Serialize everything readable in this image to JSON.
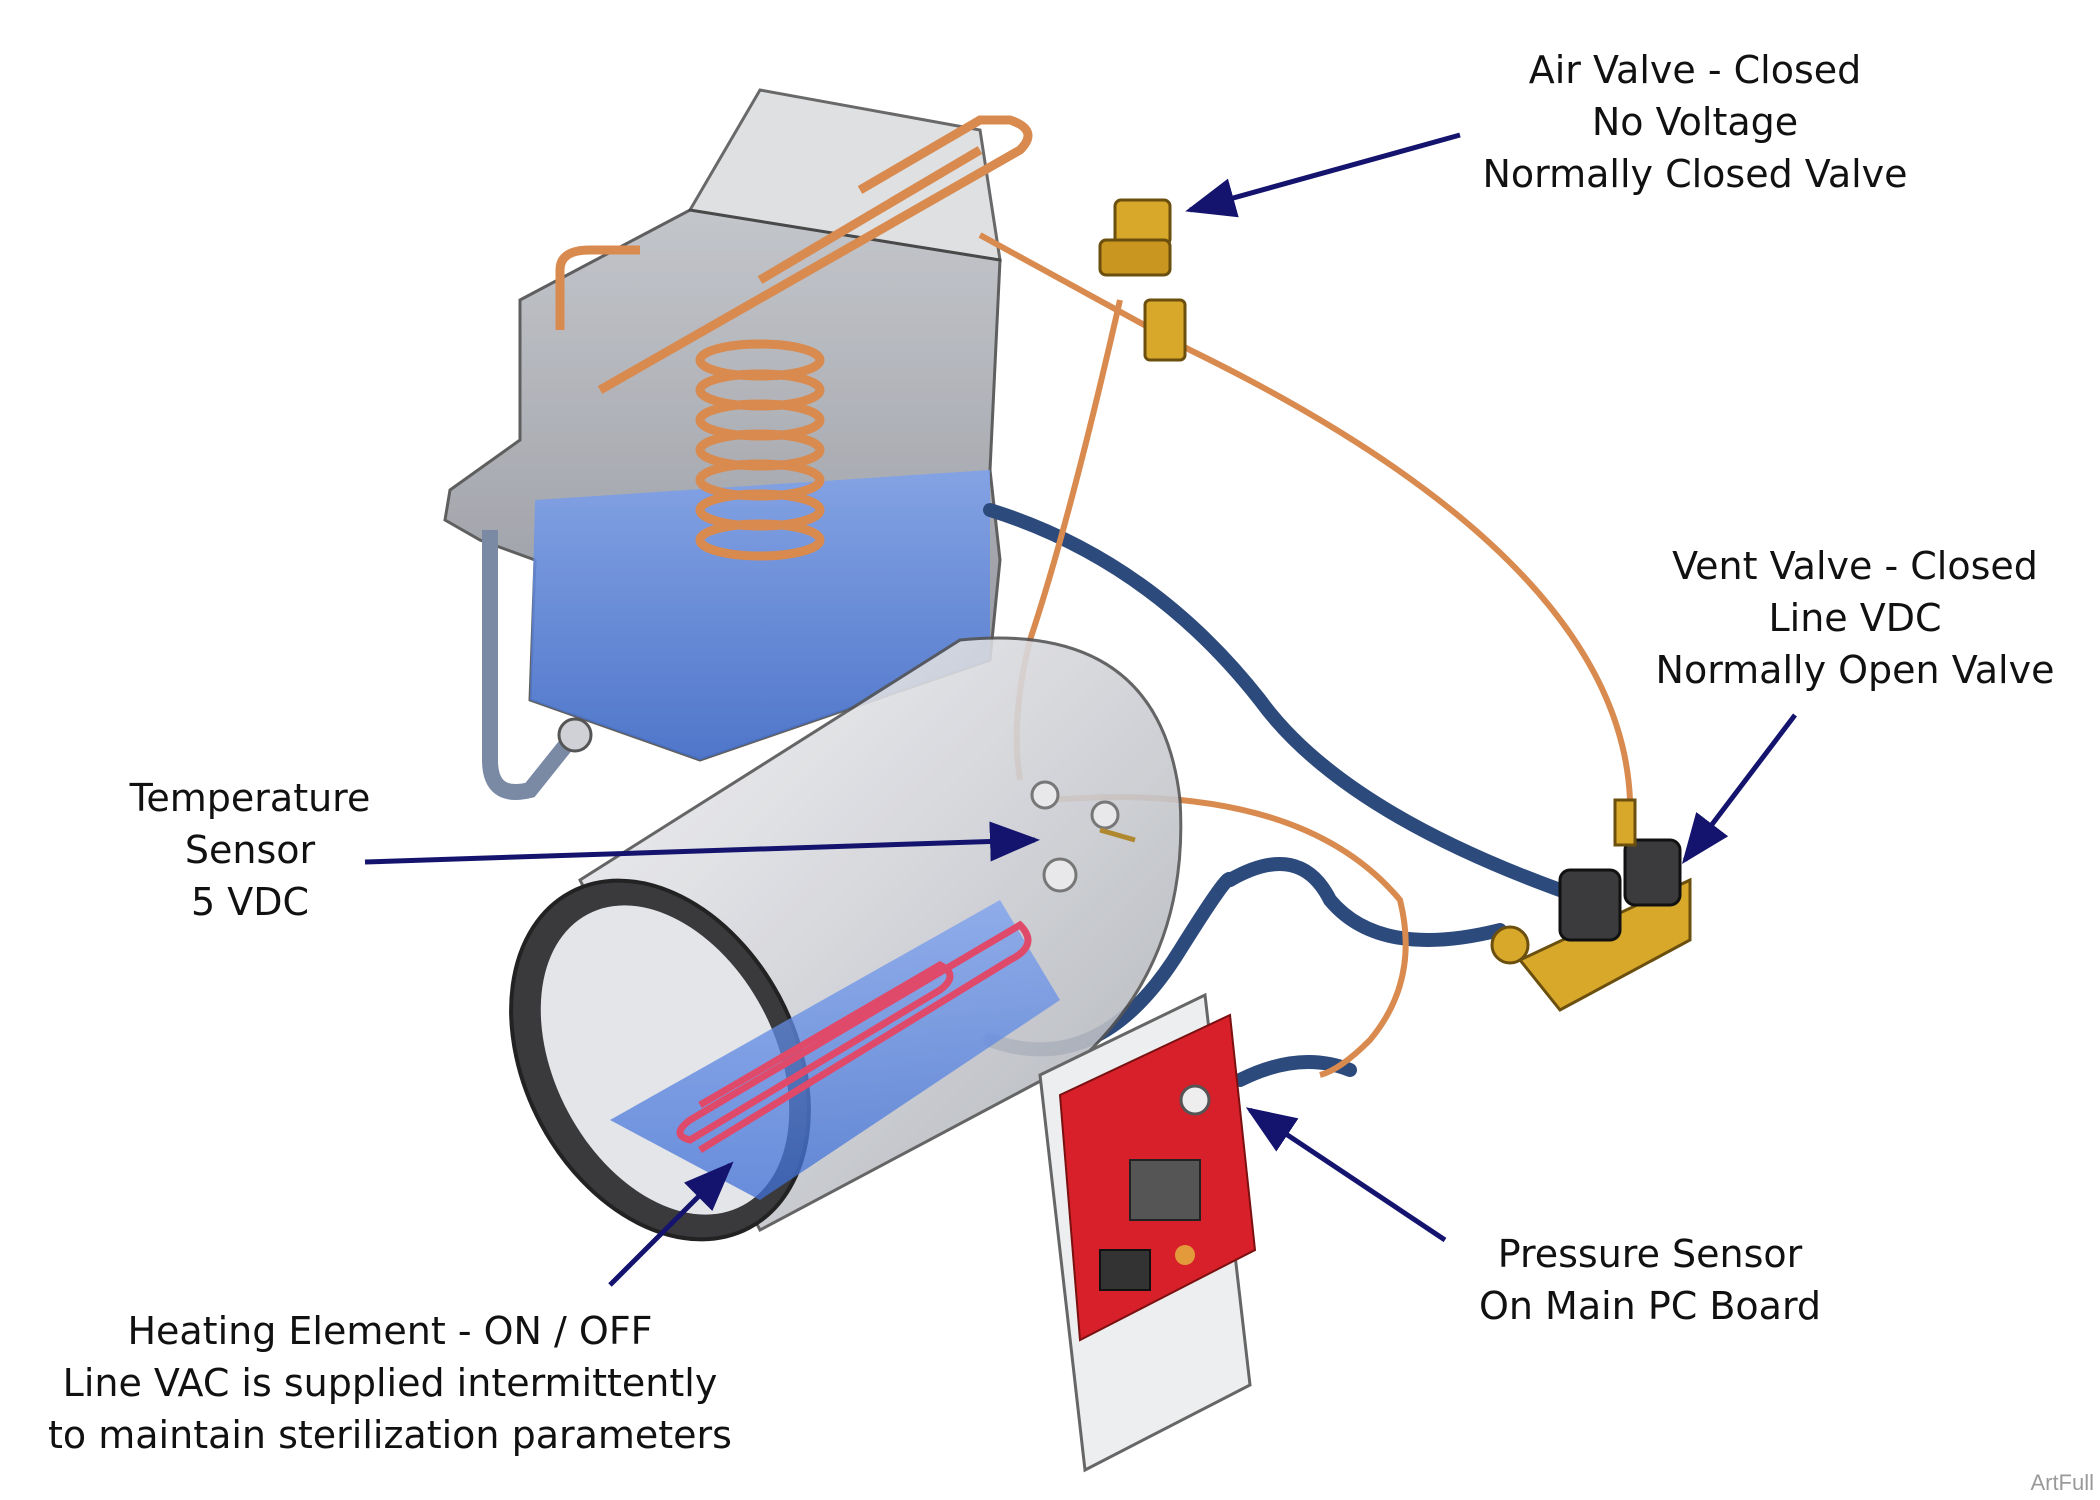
{
  "labels": {
    "air_valve": {
      "line1": "Air Valve - Closed",
      "line2": "No Voltage",
      "line3": "Normally Closed Valve"
    },
    "vent_valve": {
      "line1": "Vent Valve - Closed",
      "line2": "Line VDC",
      "line3": "Normally Open Valve"
    },
    "temperature_sensor": {
      "line1": "Temperature",
      "line2": "Sensor",
      "line3": "5 VDC"
    },
    "pressure_sensor": {
      "line1": "Pressure Sensor",
      "line2": "On Main PC Board"
    },
    "heating_element": {
      "line1": "Heating Element - ON / OFF",
      "line2": "Line VAC is supplied intermittently",
      "line3": "to maintain sterilization parameters"
    }
  },
  "watermark": "ArtFull",
  "colors": {
    "arrow": "#14146e",
    "water": "#5b86e6",
    "copper": "#d98a4e",
    "hose": "#2c4a7c",
    "brass": "#d8a82a",
    "pcb": "#d8202a"
  }
}
